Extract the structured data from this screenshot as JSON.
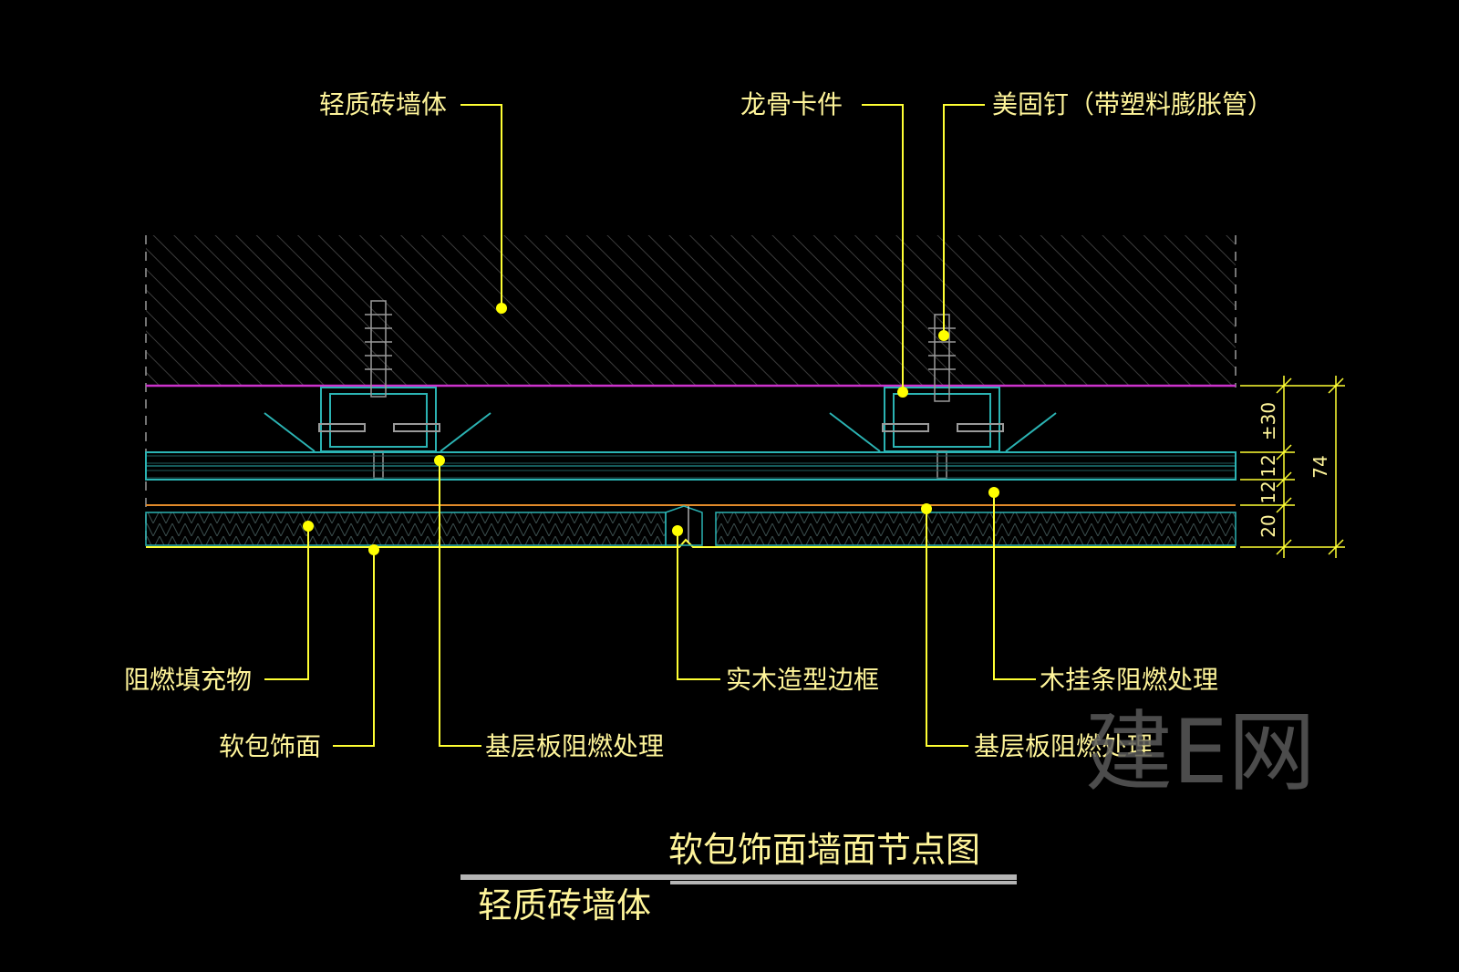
{
  "labels": {
    "brick_wall": "轻质砖墙体",
    "keel_clip": "龙骨卡件",
    "anchor_nail": "美固钉（带塑料膨胀管）",
    "fire_filler": "阻燃填充物",
    "soft_face": "软包饰面",
    "base_board_left": "基层板阻燃处理",
    "wood_frame": "实木造型边框",
    "wood_strip": "木挂条阻燃处理",
    "base_board_right": "基层板阻燃处理"
  },
  "dimensions": {
    "d1": "±30",
    "d2": "12",
    "d3": "12",
    "d4": "20",
    "total": "74"
  },
  "title": {
    "main": "软包饰面墙面节点图",
    "sub": "轻质砖墙体"
  },
  "watermark": {
    "logo": "建E网"
  },
  "colors": {
    "background": "#000000",
    "text": "#fff59a",
    "leader": "#ffff33",
    "wall_surface": "#cc33cc",
    "panel": "#2bb3b3",
    "orange_line": "#e08a2a",
    "hatch": "#3c3c3c"
  }
}
